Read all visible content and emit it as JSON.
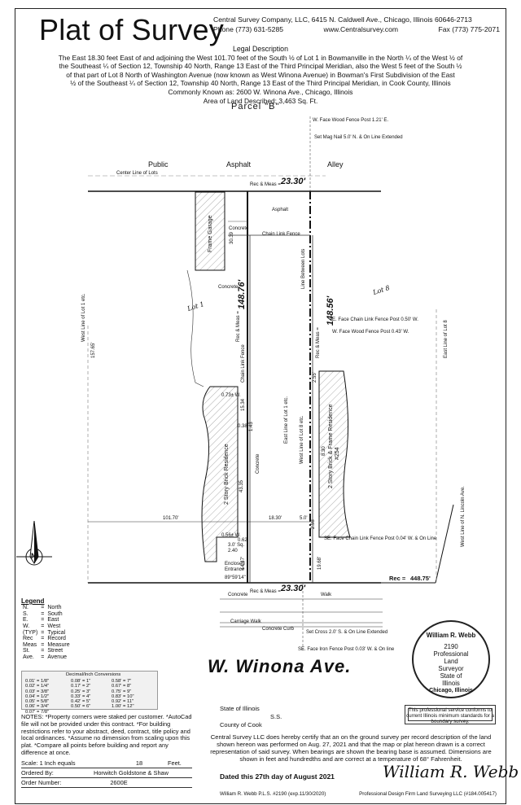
{
  "title": "Plat of Survey",
  "company": {
    "line1": "Central Survey Company, LLC, 6415 N. Caldwell Ave., Chicago, Illinois 60646-2713",
    "phone": "Phone (773) 631-5285",
    "web": "www.Centralsurvey.com",
    "fax": "Fax (773) 775-2071"
  },
  "legal": {
    "heading": "Legal Description",
    "lines": [
      "The East 18.30 feet East of and adjoining the West 101.70 feet of the South ½ of Lot 1 in Bowmanville in the North ¼ of the West ½ of",
      "the Southeast ¼ of Section 12, Township 40 North, Range 13 East of the Third Principal Meridian, also the West 5 feet of the South ½",
      "of that part of Lot 8 North of Washington Avenue (now known as West Winona Avenue) in Bowman's First Subdivision of the East",
      "½ of the Southeast ¼ of Section 12, Township 40 North, Range 13 East of the Third Principal Meridian, in Cook County, Illinois"
    ],
    "known_as": "Commonly Known as: 2600 W. Winona Ave., Chicago, Illinois",
    "area": "Area of Land Described: 3,463 Sq. Ft."
  },
  "plat": {
    "parcel": "Parcel  \"B\"",
    "public": "Public",
    "asphalt": "Asphalt",
    "alley": "Alley",
    "center_line": "Center Line of Lots",
    "rec_meas_label": "Rec & Meas =",
    "rec_meas_value": "23.30'",
    "fence_post_n": "W. Face Wood Fence Post 1.21' E.",
    "mag_nail": "Set Mag Nail 5.0' N. & On Line Extended",
    "asphalt_inner": "Asphalt",
    "concrete1": "Concrete",
    "chain_link": "Chain Link Fence",
    "frame_garage": "Frame Garage",
    "dim_3039": "30.39",
    "line_between": "Line Between Lots",
    "concrete2": "Concrete",
    "lot1": "Lot 1",
    "lot8": "Lot 8",
    "west_line_lot1": "West Line of Lot 1 etc.",
    "dim_15765": "157.65'",
    "rec_meas_left": "Rec & Meas =",
    "dim_14876": "148.76'",
    "rec_meas_right": "Rec & Meas =",
    "dim_14856": "148.56'",
    "e_face_chain": "E. Face Chain Link Fence Post 0.50' W.",
    "w_face_wood": "W. Face Wood Fence Post 0.43' W.",
    "east_line_lot8": "East Line of Lot 8",
    "chain_link_fence2": "Chain Link Fence",
    "dim_255": "2.55'",
    "dim_073": "0.73± W.",
    "dim_1534": "15.34",
    "dim_038": "0.38",
    "dim_143": "1.43",
    "east_line_lot1": "East Line of Lot 1 etc.",
    "west_line_lot8": "West Line of Lot 8 etc.",
    "res_left": "2 Story Brick Residence",
    "res_right": "2 Story Brick & Frame Residence",
    "res_right_no": "#254",
    "dim_830": "8.30",
    "concrete3": "Concrete",
    "dim_4335": "43.35",
    "dim_10170": "101.70'",
    "dim_1830": "18.30'",
    "dim_50": "5.0'",
    "dim_298": "2.98",
    "dim_056": "0.56± W.",
    "dim_062": "0.62",
    "dim_30sq": "3.0' Sq.",
    "dim_240": "2.40",
    "enclosed": "Enclosed",
    "entrance": "Entrance",
    "dim_1447": "14.47'",
    "angle": "89°59'14\"",
    "se_face": "SE. Face Chain Link Fence Post 0.04' W. & On Line",
    "dim_1968": "19.68'",
    "rec_44875_label": "Rec =",
    "rec_44875": "448.75'",
    "west_line_lincoln": "West Line of N. Lincoln Ave.",
    "concrete_bottom": "Concrete",
    "walk": "Walk",
    "carriage_walk": "Carriage Walk",
    "concrete_curb": "Concrete Curb",
    "set_cross": "Set Cross 2.0' S. & On Line Extended",
    "se_face_iron": "SE. Face Iron Fence Post 0.03' W. & On line",
    "street": "W.  Winona  Ave.",
    "north": "N"
  },
  "legend": {
    "title": "Legend",
    "items": [
      [
        "N.",
        "=",
        "North"
      ],
      [
        "S.",
        "=",
        "South"
      ],
      [
        "E.",
        "=",
        "East"
      ],
      [
        "W.",
        "=",
        "West"
      ],
      [
        "(TYP)",
        "=",
        "Typical"
      ],
      [
        "Rec",
        "=",
        "Record"
      ],
      [
        "Meas",
        "=",
        "Measure"
      ],
      [
        "St.",
        "=",
        "Street"
      ],
      [
        "Ave.",
        "=",
        "Avenue"
      ]
    ]
  },
  "conversions": {
    "title": "Decimal/Inch Conversions",
    "col1": [
      "0.01' = 1/8\"",
      "0.02' = 1/4\"",
      "0.03' = 3/8\"",
      "0.04' = 1/2\"",
      "0.05' = 5/8\"",
      "0.06' = 3/4\"",
      "0.07' = 7/8\""
    ],
    "col2": [
      "0.08' = 1\"",
      "0.17' = 2\"",
      "0.25' = 3\"",
      "0.33' = 4\"",
      "0.42' = 5\"",
      "0.50' = 6\""
    ],
    "col3": [
      "0.58' = 7\"",
      "0.67' = 8\"",
      "0.75' = 9\"",
      "0.83' = 10\"",
      "0.92' = 11\"",
      "1.00' = 12\""
    ]
  },
  "notes": "NOTES: *Property corners were staked per customer. *AutoCad file will not be provided under this contract.  *For building restrictions refer to your abstract, deed, contract, title policy and local ordinances.   *Assume no dimension from scaling upon this plat.   *Compare all points before building and report any difference at once.",
  "info": {
    "scale_label": "Scale: 1 Inch equals",
    "scale_value": "18",
    "scale_unit": "Feet.",
    "ordered_label": "Ordered By:",
    "ordered_value": "Horwitch Goldstone & Shaw",
    "order_label": "Order Number:",
    "order_value": "2600E"
  },
  "seal": {
    "top": "William R. Webb",
    "number": "2190",
    "l1": "Professional",
    "l2": "Land",
    "l3": "Surveyor",
    "l4": "State of",
    "l5": "Illinois",
    "bottom": "Chicago, Illinois"
  },
  "conform": "This professional service conforms to current Illinois minimum standards for a boundary survey.",
  "state": {
    "l1": "State of Illinois",
    "ss": "S.S.",
    "l2": "County of Cook"
  },
  "certification": "Central Survey LLC does hereby certify that an on the ground survey per record description of the land shown hereon was performed on Aug. 27, 2021 and that the map or plat hereon drawn is a correct representation of said survey.  When bearings are shown the bearing base is assumed. Dimensions are shown in feet and hundredths and are correct at a temperature of 68° Fahrenheit.",
  "dated": "Dated this  27th  day of  August  2021",
  "signature": "William R. Webb",
  "footer": {
    "left": "William R. Webb P.L.S. #2190  (exp.11/30/2020)",
    "right": "Professional Design Firm Land Surveying LLC  (#184.005417)"
  }
}
